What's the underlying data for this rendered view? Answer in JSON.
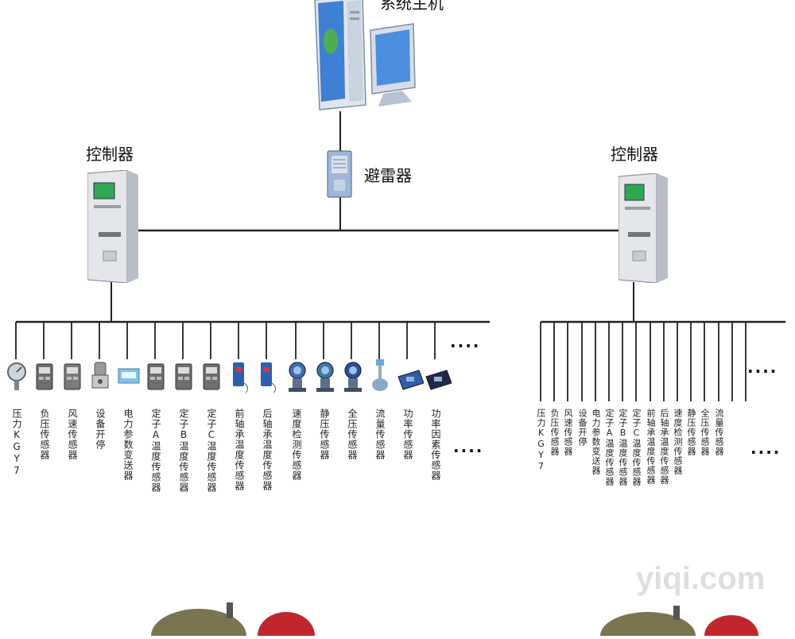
{
  "diagram": {
    "host_label": "系统主机",
    "lightning_label": "避雷器",
    "left_controller_label": "控制器",
    "right_controller_label": "控制器",
    "ellipsis": "....",
    "left_devices": [
      {
        "label": "压力KGY7",
        "icon": "pressure-gauge-icon"
      },
      {
        "label": "负压传感器",
        "icon": "negative-pressure-sensor-icon"
      },
      {
        "label": "风速传感器",
        "icon": "wind-speed-sensor-icon"
      },
      {
        "label": "设备开停",
        "icon": "equipment-switch-icon"
      },
      {
        "label": "电力参数变送器",
        "icon": "power-transmitter-icon"
      },
      {
        "label": "定子A温度传感器",
        "icon": "stator-a-temperature-sensor-icon"
      },
      {
        "label": "定子B温度传感器",
        "icon": "stator-b-temperature-sensor-icon"
      },
      {
        "label": "定子C温度传感器",
        "icon": "stator-c-temperature-sensor-icon"
      },
      {
        "label": "前轴承温度传感器",
        "icon": "front-bearing-sensor-icon"
      },
      {
        "label": "后轴承温度传感器",
        "icon": "rear-bearing-sensor-icon"
      },
      {
        "label": "速度检测传感器",
        "icon": "speed-sensor-icon"
      },
      {
        "label": "静压传感器",
        "icon": "static-pressure-sensor-icon"
      },
      {
        "label": "全压传感器",
        "icon": "total-pressure-sensor-icon"
      },
      {
        "label": "流量传感器",
        "icon": "flow-sensor-icon"
      },
      {
        "label": "功率传感器",
        "icon": "power-sensor-icon"
      },
      {
        "label": "功率因素传感器",
        "icon": "power-factor-sensor-icon"
      }
    ],
    "right_devices": [
      "压力KGY7",
      "负压传感器",
      "风速传感器",
      "设备开停",
      "电力参数变送器",
      "定子A温度传感器",
      "定子B温度传感器",
      "定子C温度传感器",
      "前轴承温度传感器",
      "后轴承温度传感器",
      "速度检测传感器",
      "静压传感器",
      "全压传感器",
      "流量传感器"
    ],
    "watermark": "yiqi.com"
  }
}
